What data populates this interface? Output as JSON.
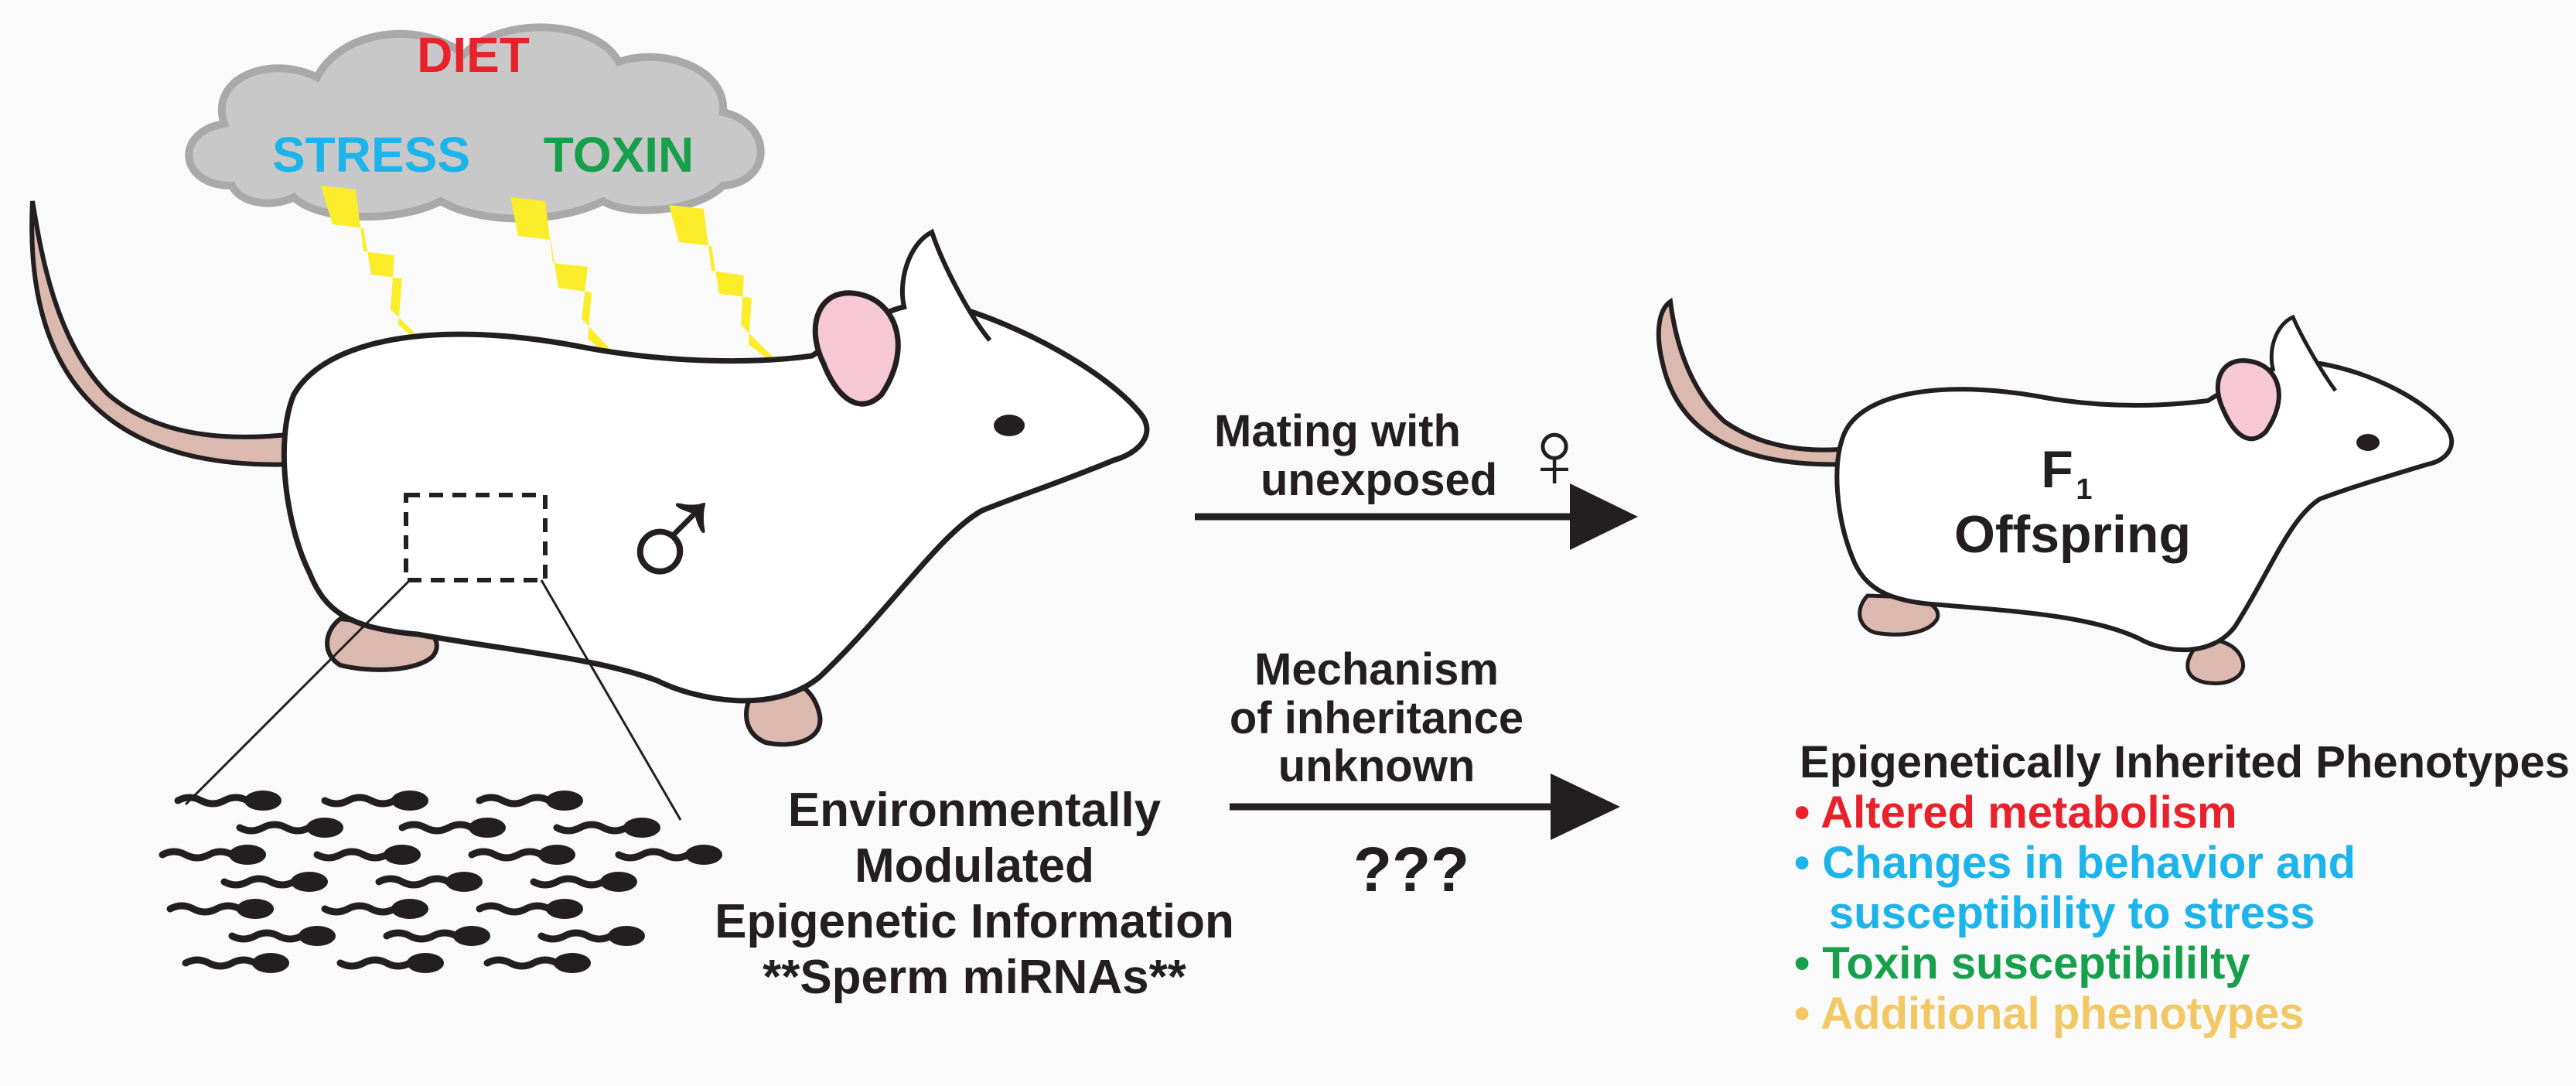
{
  "cloud": {
    "diet": "DIET",
    "stress": "STRESS",
    "toxin": "TOXIN"
  },
  "colors": {
    "diet": "#e8212a",
    "stress": "#1cb4ea",
    "toxin": "#16a04b",
    "additional": "#f1c864",
    "text": "#231f20",
    "bolt": "#fbed2a",
    "tail": "#dcb9ae",
    "ear_inner": "#f6c8d6",
    "cloud": "#c8c8c8"
  },
  "male_symbol": "♂",
  "female_symbol": "♀",
  "arrow_top": {
    "line1": "Mating with",
    "line2": "unexposed"
  },
  "offspring": {
    "label": "F",
    "subscript": "1",
    "line2": "Offspring"
  },
  "arrow_bottom": {
    "line1": "Mechanism",
    "line2": "of inheritance",
    "line3": "unknown",
    "question": "???"
  },
  "epigenetic_info": {
    "line1": "Environmentally",
    "line2": "Modulated",
    "line3": "Epigenetic Information",
    "line4": "**Sperm miRNAs**"
  },
  "phenotypes": {
    "title": "Epigenetically Inherited Phenotypes",
    "items": [
      {
        "text": "• Altered metabolism",
        "color": "#e8212a"
      },
      {
        "text": "• Changes in behavior and",
        "color": "#1cb4ea"
      },
      {
        "text": "susceptibility to stress",
        "color": "#1cb4ea"
      },
      {
        "text": "• Toxin susceptibililty",
        "color": "#16a04b"
      },
      {
        "text": "• Additional phenotypes",
        "color": "#f1c864"
      }
    ]
  }
}
